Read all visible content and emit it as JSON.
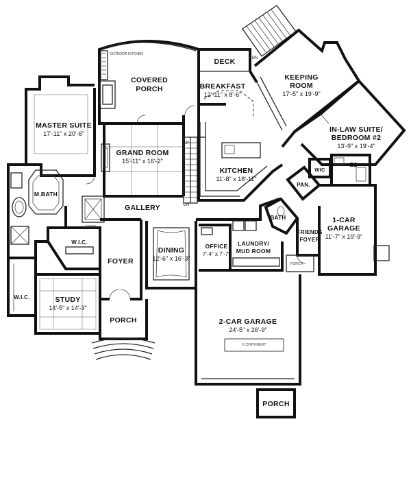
{
  "rooms": {
    "deck": {
      "name": "DECK"
    },
    "covered_porch": {
      "name1": "COVERED",
      "name2": "PORCH"
    },
    "outdoor_kitchen": {
      "name": "OUTDOOR KITCHEN"
    },
    "breakfast": {
      "name": "BREAKFAST",
      "dim": "12'-11\" x 8'-6\""
    },
    "keeping_room": {
      "name": "KEEPING",
      "name2": "ROOM",
      "dim": "17'-5\" x 19'-9\""
    },
    "master_suite": {
      "name": "MASTER SUITE",
      "dim": "17'-11\" x 20'-6\""
    },
    "grand_room": {
      "name": "GRAND ROOM",
      "dim": "15'-11\" x 16'-2\""
    },
    "kitchen": {
      "name": "KITCHEN",
      "dim": "11'-8\" x 18'-11\""
    },
    "in_law_suite": {
      "name": "IN-LAW SUITE/",
      "name2": "BEDROOM #2",
      "dim": "13'-9\" x 19'-4\""
    },
    "m_bath": {
      "name": "M.BATH"
    },
    "gallery": {
      "name": "GALLERY"
    },
    "wic_master": {
      "name": "W.I.C."
    },
    "wic_study": {
      "name": "W.I.C."
    },
    "wic_inlaw": {
      "name": "WIC"
    },
    "bath2": {
      "name": "B2"
    },
    "pan": {
      "name": "PAN."
    },
    "bath_half": {
      "name": "BATH"
    },
    "one_car_garage": {
      "name": "1-CAR",
      "name2": "GARAGE",
      "dim": "11'-7\" x 19'-9\""
    },
    "friends_foyer": {
      "name": "FRIENDS",
      "name2": "FOYER"
    },
    "foyer": {
      "name": "FOYER"
    },
    "dining": {
      "name": "DINING",
      "dim": "12'-6\" x 16'-3\""
    },
    "office": {
      "name": "OFFICE",
      "dim": "7'-4\" x 7'-7\""
    },
    "laundry": {
      "name": "LAUNDRY/",
      "name2": "MUD ROOM"
    },
    "study": {
      "name": "STUDY",
      "dim": "14'-5\" x 14'-3\""
    },
    "porch_front": {
      "name": "PORCH"
    },
    "two_car_garage": {
      "name": "2-CAR GARAGE",
      "dim": "24'-5\" x 26'-9\""
    },
    "porch_garage": {
      "name": "PORCH"
    },
    "porch_side": {
      "name": "PORCH"
    }
  },
  "labels": {
    "coats": "COATS",
    "up": "UP",
    "dn_stair": "DN",
    "dn_deck": "DN",
    "copyright": "© COPYRIGHT"
  }
}
